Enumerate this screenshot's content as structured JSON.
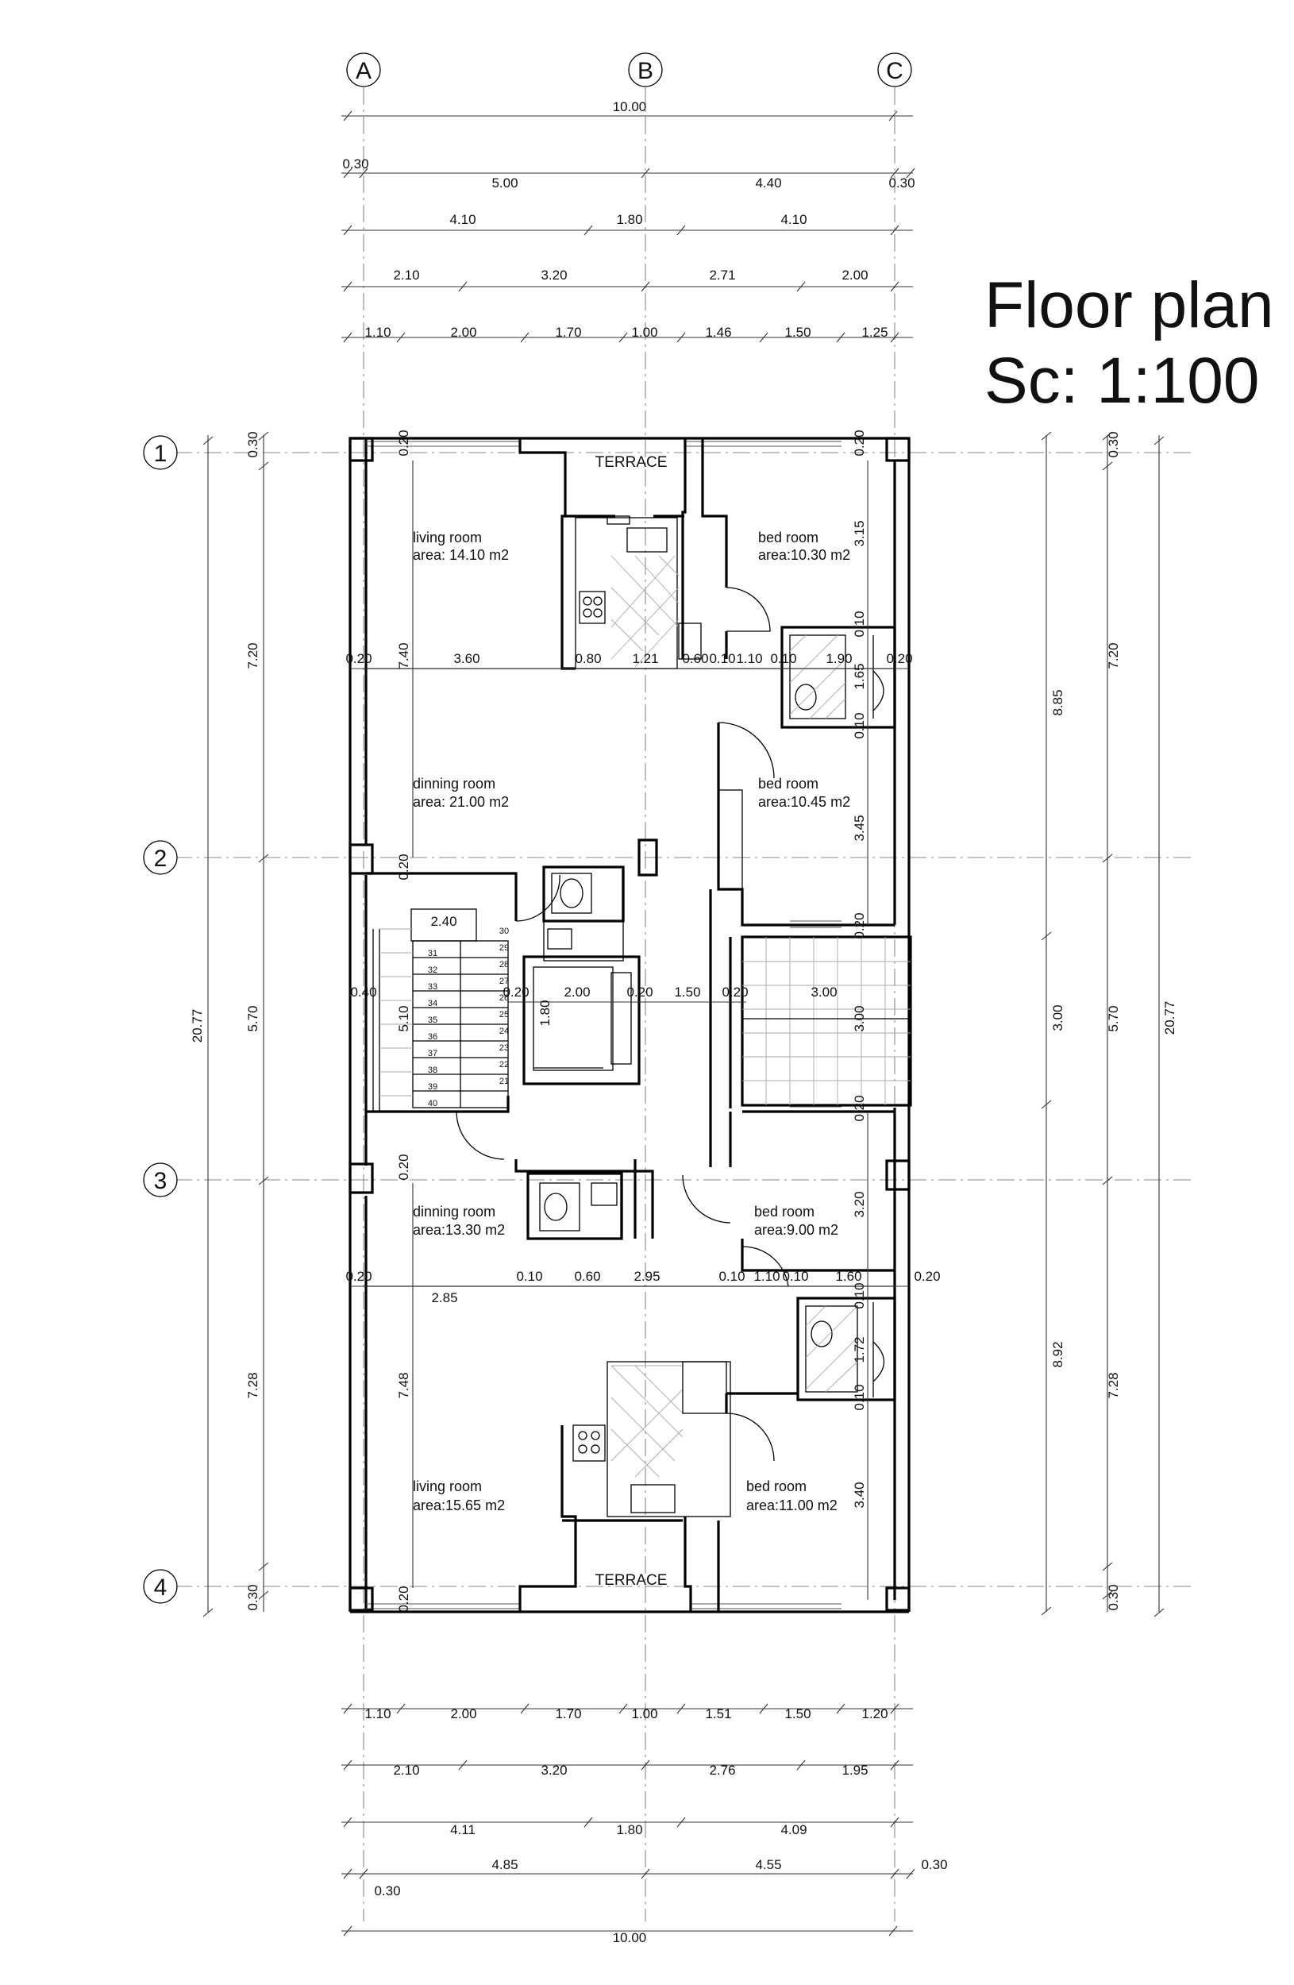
{
  "title": {
    "line1": "Floor plan",
    "line2": "Sc: 1:100"
  },
  "grid_labels": {
    "cols": [
      "A",
      "B",
      "C"
    ],
    "rows": [
      "1",
      "2",
      "3",
      "4"
    ]
  },
  "top_dims": {
    "row1": [
      "10.00"
    ],
    "row2": [
      "0.30",
      "5.00",
      "4.40",
      "0.30"
    ],
    "row3": [
      "4.10",
      "1.80",
      "4.10"
    ],
    "row4": [
      "2.10",
      "3.20",
      "2.71",
      "2.00"
    ],
    "row5": [
      "1.10",
      "2.00",
      "1.70",
      "1.00",
      "1.46",
      "1.50",
      "1.25"
    ]
  },
  "bottom_dims": {
    "row1": [
      "1.10",
      "2.00",
      "1.70",
      "1.00",
      "1.51",
      "1.50",
      "1.20"
    ],
    "row2": [
      "2.10",
      "3.20",
      "2.76",
      "1.95"
    ],
    "row3": [
      "4.11",
      "1.80",
      "4.09"
    ],
    "row4": [
      "0.30",
      "4.85",
      "4.55",
      "0.30"
    ],
    "row5": [
      "10.00"
    ]
  },
  "left_dims": {
    "outer": [
      "20.77"
    ],
    "inner": [
      "0.30",
      "7.20",
      "5.70",
      "7.28",
      "0.30"
    ]
  },
  "right_dims": {
    "inner": [
      "8.85",
      "3.00",
      "8.92"
    ],
    "mid": [
      "0.30",
      "7.20",
      "5.70",
      "7.28",
      "0.30"
    ],
    "outer": [
      "20.77"
    ]
  },
  "rooms": {
    "living_top": {
      "name": "living room",
      "area": "area: 14.10 m2"
    },
    "bed_top": {
      "name": "bed room",
      "area": "area:10.30 m2"
    },
    "dining_top": {
      "name": "dinning room",
      "area": "area: 21.00 m2"
    },
    "bed_mid": {
      "name": "bed room",
      "area": "area:10.45 m2"
    },
    "dining_bottom": {
      "name": "dinning room",
      "area": "area:13.30 m2"
    },
    "bed_mid_low": {
      "name": "bed room",
      "area": "area:9.00 m2"
    },
    "living_bottom": {
      "name": "living room",
      "area": "area:15.65 m2"
    },
    "bed_bottom": {
      "name": "bed room",
      "area": "area:11.00 m2"
    },
    "terrace_top": "TERRACE",
    "terrace_bottom": "TERRACE"
  },
  "interior_dims": {
    "top_band": [
      "0.20",
      "3.60",
      "0.80",
      "1.21",
      "0.60",
      "0.10",
      "1.10",
      "0.10",
      "1.90",
      "0.20"
    ],
    "top_band_vertical": [
      "7.40"
    ],
    "top_right_vertical": [
      "0.20",
      "3.15",
      "0.10",
      "1.65",
      "0.10",
      "3.45",
      "0.20"
    ],
    "left_wall_verticals": [
      "0.20",
      "0.20",
      "0.20",
      "0.20"
    ],
    "stair_block": [
      "2.40",
      "0.40",
      "5.10",
      "0.20",
      "2.00",
      "0.20",
      "1.50",
      "0.20",
      "3.00",
      "1.80",
      "3.00"
    ],
    "mid_right_vertical": [
      "0.20",
      "3.20",
      "0.10",
      "1.72",
      "0.10",
      "3.40"
    ],
    "bottom_band": [
      "0.20",
      "2.85",
      "0.10",
      "0.60",
      "2.95",
      "0.10",
      "1.10",
      "0.10",
      "1.60",
      "0.20"
    ],
    "bottom_band_vertical": [
      "7.48"
    ]
  },
  "stair_numbers": {
    "left": [
      "31",
      "32",
      "33",
      "34",
      "35",
      "36",
      "37",
      "38",
      "39",
      "40"
    ],
    "right": [
      "30",
      "29",
      "28",
      "27",
      "26",
      "25",
      "24",
      "23",
      "22",
      "21"
    ]
  }
}
